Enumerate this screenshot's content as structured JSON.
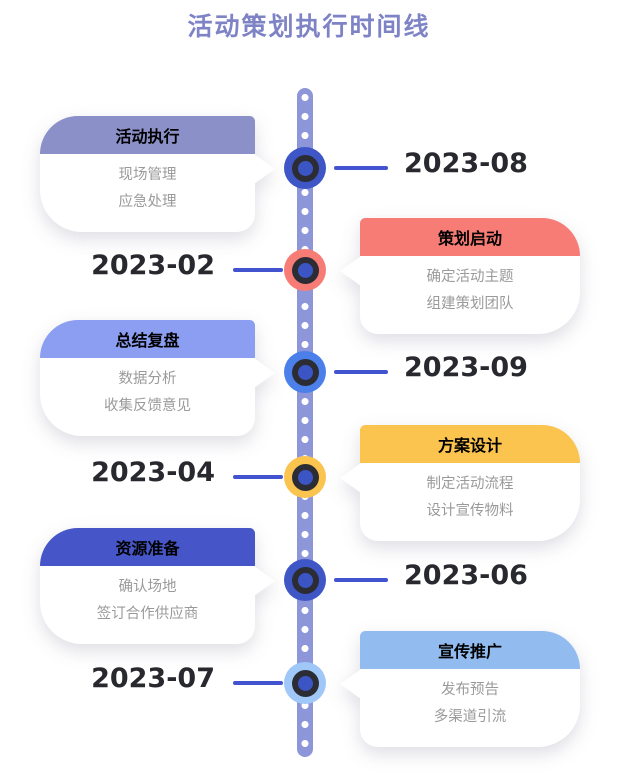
{
  "title": {
    "text": "活动策划执行时间线",
    "color": "#7e83c6"
  },
  "palette": {
    "background": "#ffffff",
    "timeline_bar": "#8e96da",
    "timeline_dot": "#ffffff",
    "connector_line": "#4253d0",
    "node_ring": "#2c2c34",
    "node_inner": "#3c55c4",
    "date_text": "#28282f",
    "card_title_text": "#1b1b24",
    "card_body_text": "#9a9a9a"
  },
  "milestones": [
    {
      "side": "left",
      "date": "2023-08",
      "title": "活动执行",
      "items": [
        "现场管理",
        "应急处理"
      ],
      "header_color": "#8b90c8",
      "node_color": "#3e56c6"
    },
    {
      "side": "right",
      "date": "2023-02",
      "title": "策划启动",
      "items": [
        "确定活动主题",
        "组建策划团队"
      ],
      "header_color": "#f87c76",
      "node_color": "#f87c76"
    },
    {
      "side": "left",
      "date": "2023-09",
      "title": "总结复盘",
      "items": [
        "数据分析",
        "收集反馈意见"
      ],
      "header_color": "#8c9ef2",
      "node_color": "#4b7fea"
    },
    {
      "side": "right",
      "date": "2023-04",
      "title": "方案设计",
      "items": [
        "制定活动流程",
        "设计宣传物料"
      ],
      "header_color": "#fac44f",
      "node_color": "#fac44f"
    },
    {
      "side": "left",
      "date": "2023-06",
      "title": "资源准备",
      "items": [
        "确认场地",
        "签订合作供应商"
      ],
      "header_color": "#4656c8",
      "node_color": "#3e56c6"
    },
    {
      "side": "right",
      "date": "2023-07",
      "title": "宣传推广",
      "items": [
        "发布预告",
        "多渠道引流"
      ],
      "header_color": "#92bcf0",
      "node_color": "#9fc7f7"
    }
  ]
}
